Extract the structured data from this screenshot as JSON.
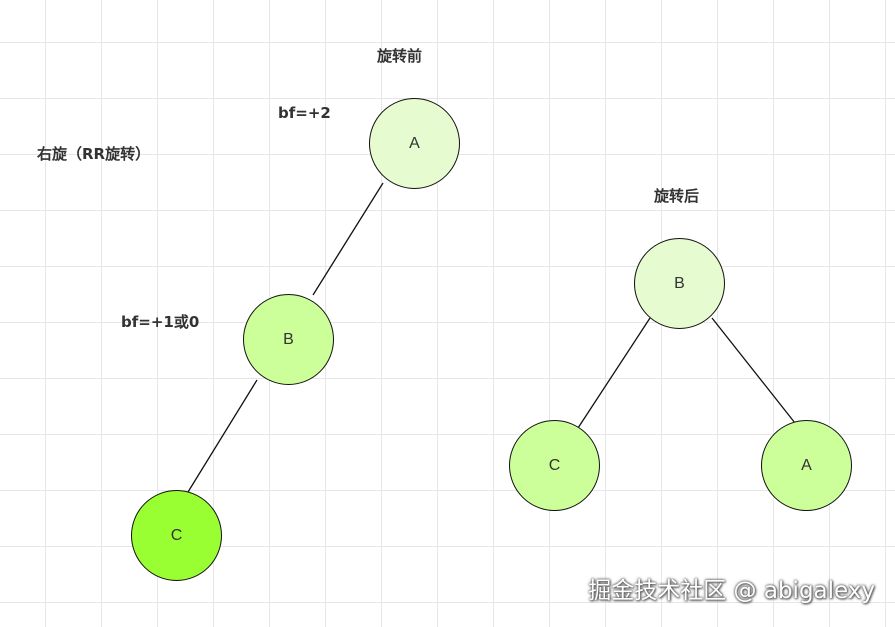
{
  "title_main": "右旋（RR旋转）",
  "before": {
    "title": "旋转前",
    "bf_a": "bf=+2",
    "bf_b": "bf=+1或0",
    "nodes": {
      "a": {
        "label": "A",
        "fill": "#e6fcd0"
      },
      "b": {
        "label": "B",
        "fill": "#ccff99"
      },
      "c": {
        "label": "C",
        "fill": "#99ff33"
      }
    }
  },
  "after": {
    "title": "旋转后",
    "nodes": {
      "b": {
        "label": "B",
        "fill": "#e6fcd0"
      },
      "c": {
        "label": "C",
        "fill": "#ccff99"
      },
      "a": {
        "label": "A",
        "fill": "#ccff99"
      }
    }
  },
  "watermark": "掘金技术社区 @ abigalexy"
}
